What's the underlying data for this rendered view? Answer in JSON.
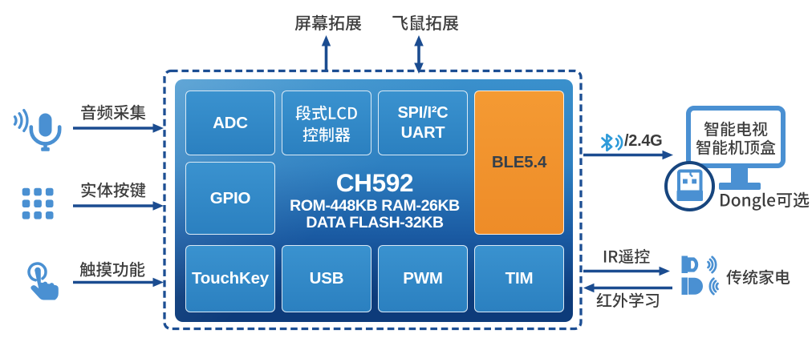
{
  "colors": {
    "wire_navy": "#1B4C90",
    "icon_blue": "#4A90D2",
    "block_blue": "#2E86C6",
    "ble_orange": "#F0922D",
    "chip_gradient_top": "#55ABD7",
    "chip_gradient_bottom": "#0D3B7A",
    "label_gray": "#3D3D3D"
  },
  "top_ports": [
    {
      "label": "屏幕拓展",
      "arrow": "out"
    },
    {
      "label": "飞鼠拓展",
      "arrow": "bidirectional"
    }
  ],
  "left_inputs": [
    {
      "icon": "microphone-icon",
      "label": "音频采集"
    },
    {
      "icon": "keypad-icon",
      "label": "实体按键"
    },
    {
      "icon": "touch-icon",
      "label": "触摸功能"
    }
  ],
  "chip": {
    "name": "CH592",
    "spec_line1": "ROM-448KB RAM-26KB",
    "spec_line2": "DATA FLASH-32KB",
    "blocks": {
      "adc": "ADC",
      "lcd_line1": "段式LCD",
      "lcd_line2": "控制器",
      "spi_line1": "SPI/I²C",
      "spi_line2": "UART",
      "ble": "BLE5.4",
      "gpio": "GPIO",
      "touchkey": "TouchKey",
      "usb": "USB",
      "pwm": "PWM",
      "tim": "TIM"
    }
  },
  "wireless": {
    "protocol_label": "/2.4G",
    "tv_line1": "智能电视",
    "tv_line2": "智能机顶盒",
    "dongle_label": "Dongle可选"
  },
  "ir": {
    "out_label": "IR遥控",
    "in_label": "红外学习",
    "appliance_label": "传统家电"
  }
}
